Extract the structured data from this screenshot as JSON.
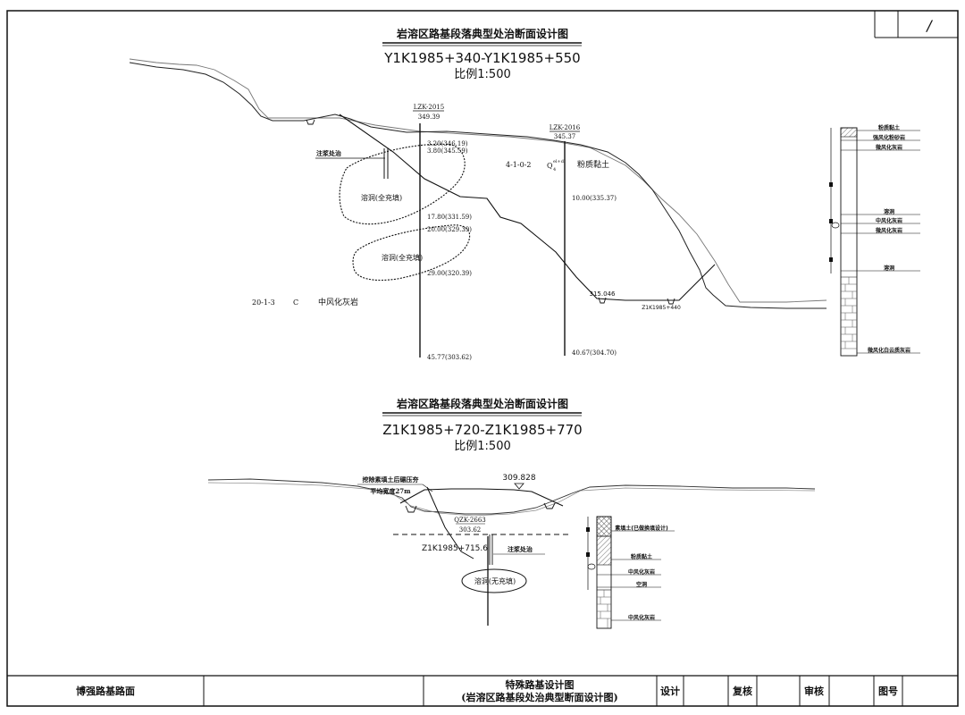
{
  "sheet": {
    "page_number": "/"
  },
  "section1": {
    "title": "岩溶区路基段落典型处治断面设计图",
    "station_range": "Y1K1985+340-Y1K1985+550",
    "scale": "比例1:500",
    "borehole_a": {
      "id": "LZK-2015",
      "elevation": "349.39",
      "depths": [
        "3.20(346.19)",
        "3.80(345.59)",
        "17.80(331.59)",
        "20.00(329.39)",
        "29.00(320.39)",
        "45.77(303.62)"
      ]
    },
    "borehole_b": {
      "id": "LZK-2016",
      "elevation": "345.37",
      "depths": [
        "10.00(335.37)",
        "40.67(304.70)"
      ]
    },
    "grouting_label": "注浆处治",
    "cave1_label": "溶洞(全充填)",
    "cave2_label": "溶洞(全充填)",
    "soil_code": "4-1-0-2",
    "soil_symbol": "Q",
    "soil_sup": "el+dl",
    "soil_sub": "4",
    "soil_name": "粉质黏土",
    "rock_code": "20-1-3",
    "rock_symbol": "C",
    "rock_name": "中风化灰岩",
    "road_elev": "315.046",
    "road_station": "Z1K1985+440",
    "legend": [
      "粉质黏土",
      "强风化粉砂岩",
      "微风化灰岩",
      "溶洞",
      "中风化灰岩",
      "微风化灰岩",
      "溶洞",
      "微风化白云质灰岩"
    ]
  },
  "section2": {
    "title": "岩溶区路基段落典型处治断面设计图",
    "station_range": "Z1K1985+720-Z1K1985+770",
    "scale": "比例1:500",
    "excavation_note_1": "挖除素填土后碾压夯",
    "excavation_note_2": "平均宽度27m",
    "road_elev": "309.828",
    "borehole": {
      "id": "QZK-2663",
      "elevation": "303.62"
    },
    "station": "Z1K1985+715.6",
    "grouting_label": "注浆处治",
    "cave_label": "溶洞(无充填)",
    "legend": [
      "素填土(已做换填设计)",
      "粉质黏土",
      "中风化灰岩",
      "空洞",
      "中风化灰岩"
    ]
  },
  "title_block": {
    "project": "博强路基路面",
    "drawing_title_1": "特殊路基设计图",
    "drawing_title_2": "(岩溶区路基段处治典型断面设计图)",
    "design": "设计",
    "check": "复核",
    "review": "审核",
    "drawing_no": "图号"
  }
}
